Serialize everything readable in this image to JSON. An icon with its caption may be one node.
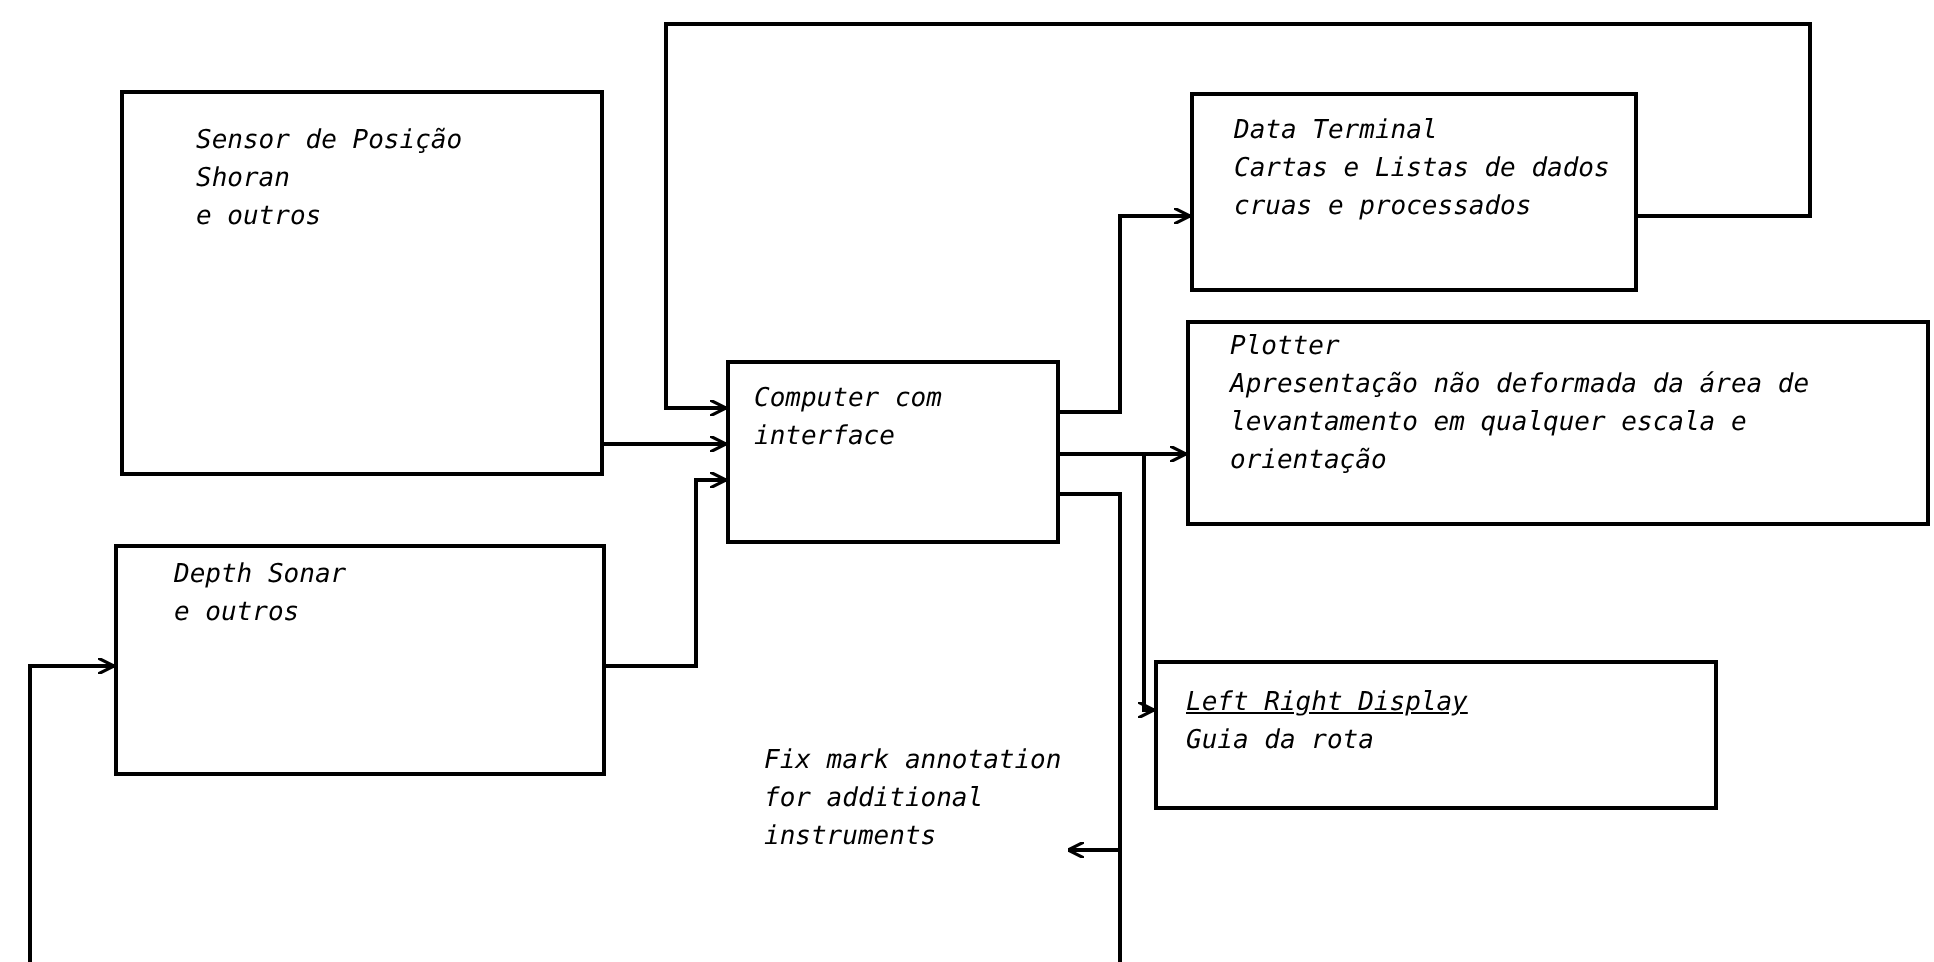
{
  "diagram": {
    "nodes": [
      {
        "text": [
          "Sensor de Posição",
          "Shoran",
          "e outros"
        ]
      },
      {
        "text": [
          "Depth Sonar",
          "e outros"
        ]
      },
      {
        "text": [
          "Computer com interface"
        ]
      },
      {
        "text": [
          "Data Terminal",
          "Cartas e Listas de dados cruas e processados"
        ]
      },
      {
        "text": [
          "Plotter",
          "Apresentação não deformada da área de levantamento em qualquer escala e orientação"
        ]
      },
      {
        "text": [
          "Left Right Display",
          "Guia da rota"
        ]
      },
      {
        "text": [
          "Fix mark annotation for additional instruments"
        ]
      }
    ],
    "edges": [
      {
        "from": 0,
        "to": 2,
        "arrow": "to"
      },
      {
        "from": 1,
        "to": 2,
        "arrow": "to"
      },
      {
        "from": 2,
        "to": 3,
        "arrow": "to"
      },
      {
        "from": 3,
        "to": 2,
        "arrow": "to"
      },
      {
        "from": 2,
        "to": 4,
        "arrow": "to"
      },
      {
        "from": 2,
        "to": 5,
        "arrow": "to"
      },
      {
        "from": 2,
        "to": 6,
        "arrow": "to"
      },
      {
        "from": 2,
        "to": null,
        "arrow": "none"
      },
      {
        "from": null,
        "to": 1,
        "arrow": "to"
      }
    ]
  }
}
